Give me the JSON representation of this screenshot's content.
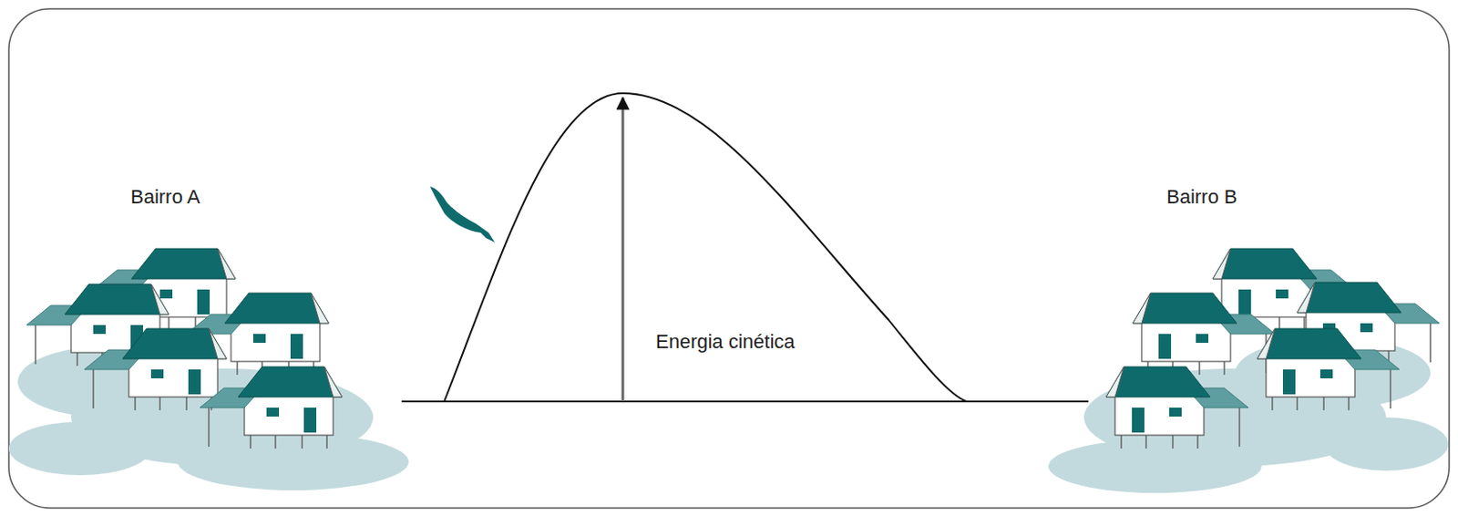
{
  "diagram": {
    "labels": [
      "Bairro A",
      "Energia cinética",
      "Bairro B"
    ]
  }
}
